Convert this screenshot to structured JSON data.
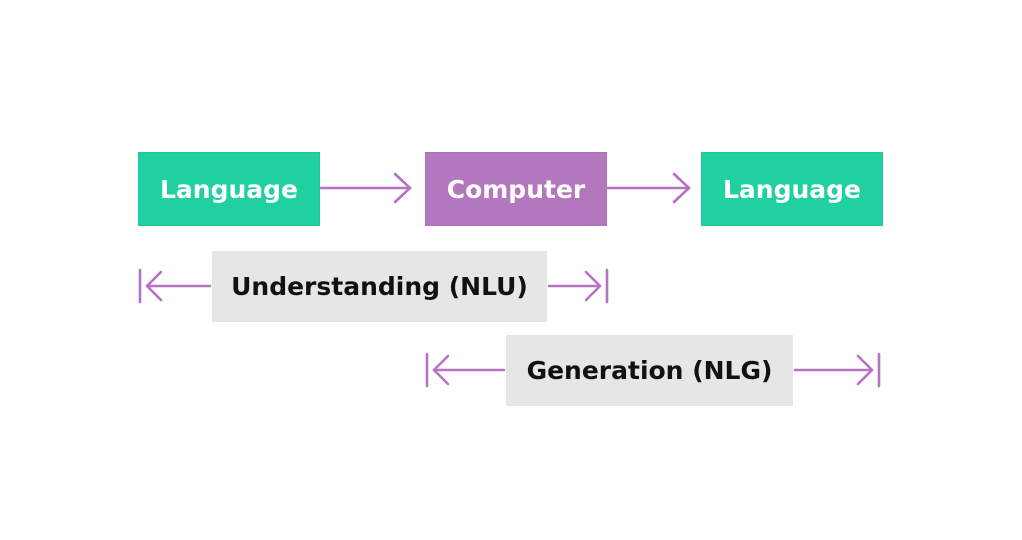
{
  "diagram": {
    "nodes": {
      "language_input": {
        "label": "Language",
        "color": "#21d0a0"
      },
      "computer": {
        "label": "Computer",
        "color": "#b277bd"
      },
      "language_output": {
        "label": "Language",
        "color": "#21d0a0"
      }
    },
    "edges": [
      {
        "from": "language_input",
        "to": "computer"
      },
      {
        "from": "computer",
        "to": "language_output"
      }
    ],
    "spans": {
      "understanding": {
        "label": "Understanding (NLU)",
        "from": "language_input",
        "to": "computer"
      },
      "generation": {
        "label": "Generation (NLG)",
        "from": "computer",
        "to": "language_output"
      }
    },
    "colors": {
      "arrow": "#b673c2",
      "span_box": "#e6e6e6",
      "span_text": "#111111",
      "node_text": "#ffffff"
    }
  }
}
